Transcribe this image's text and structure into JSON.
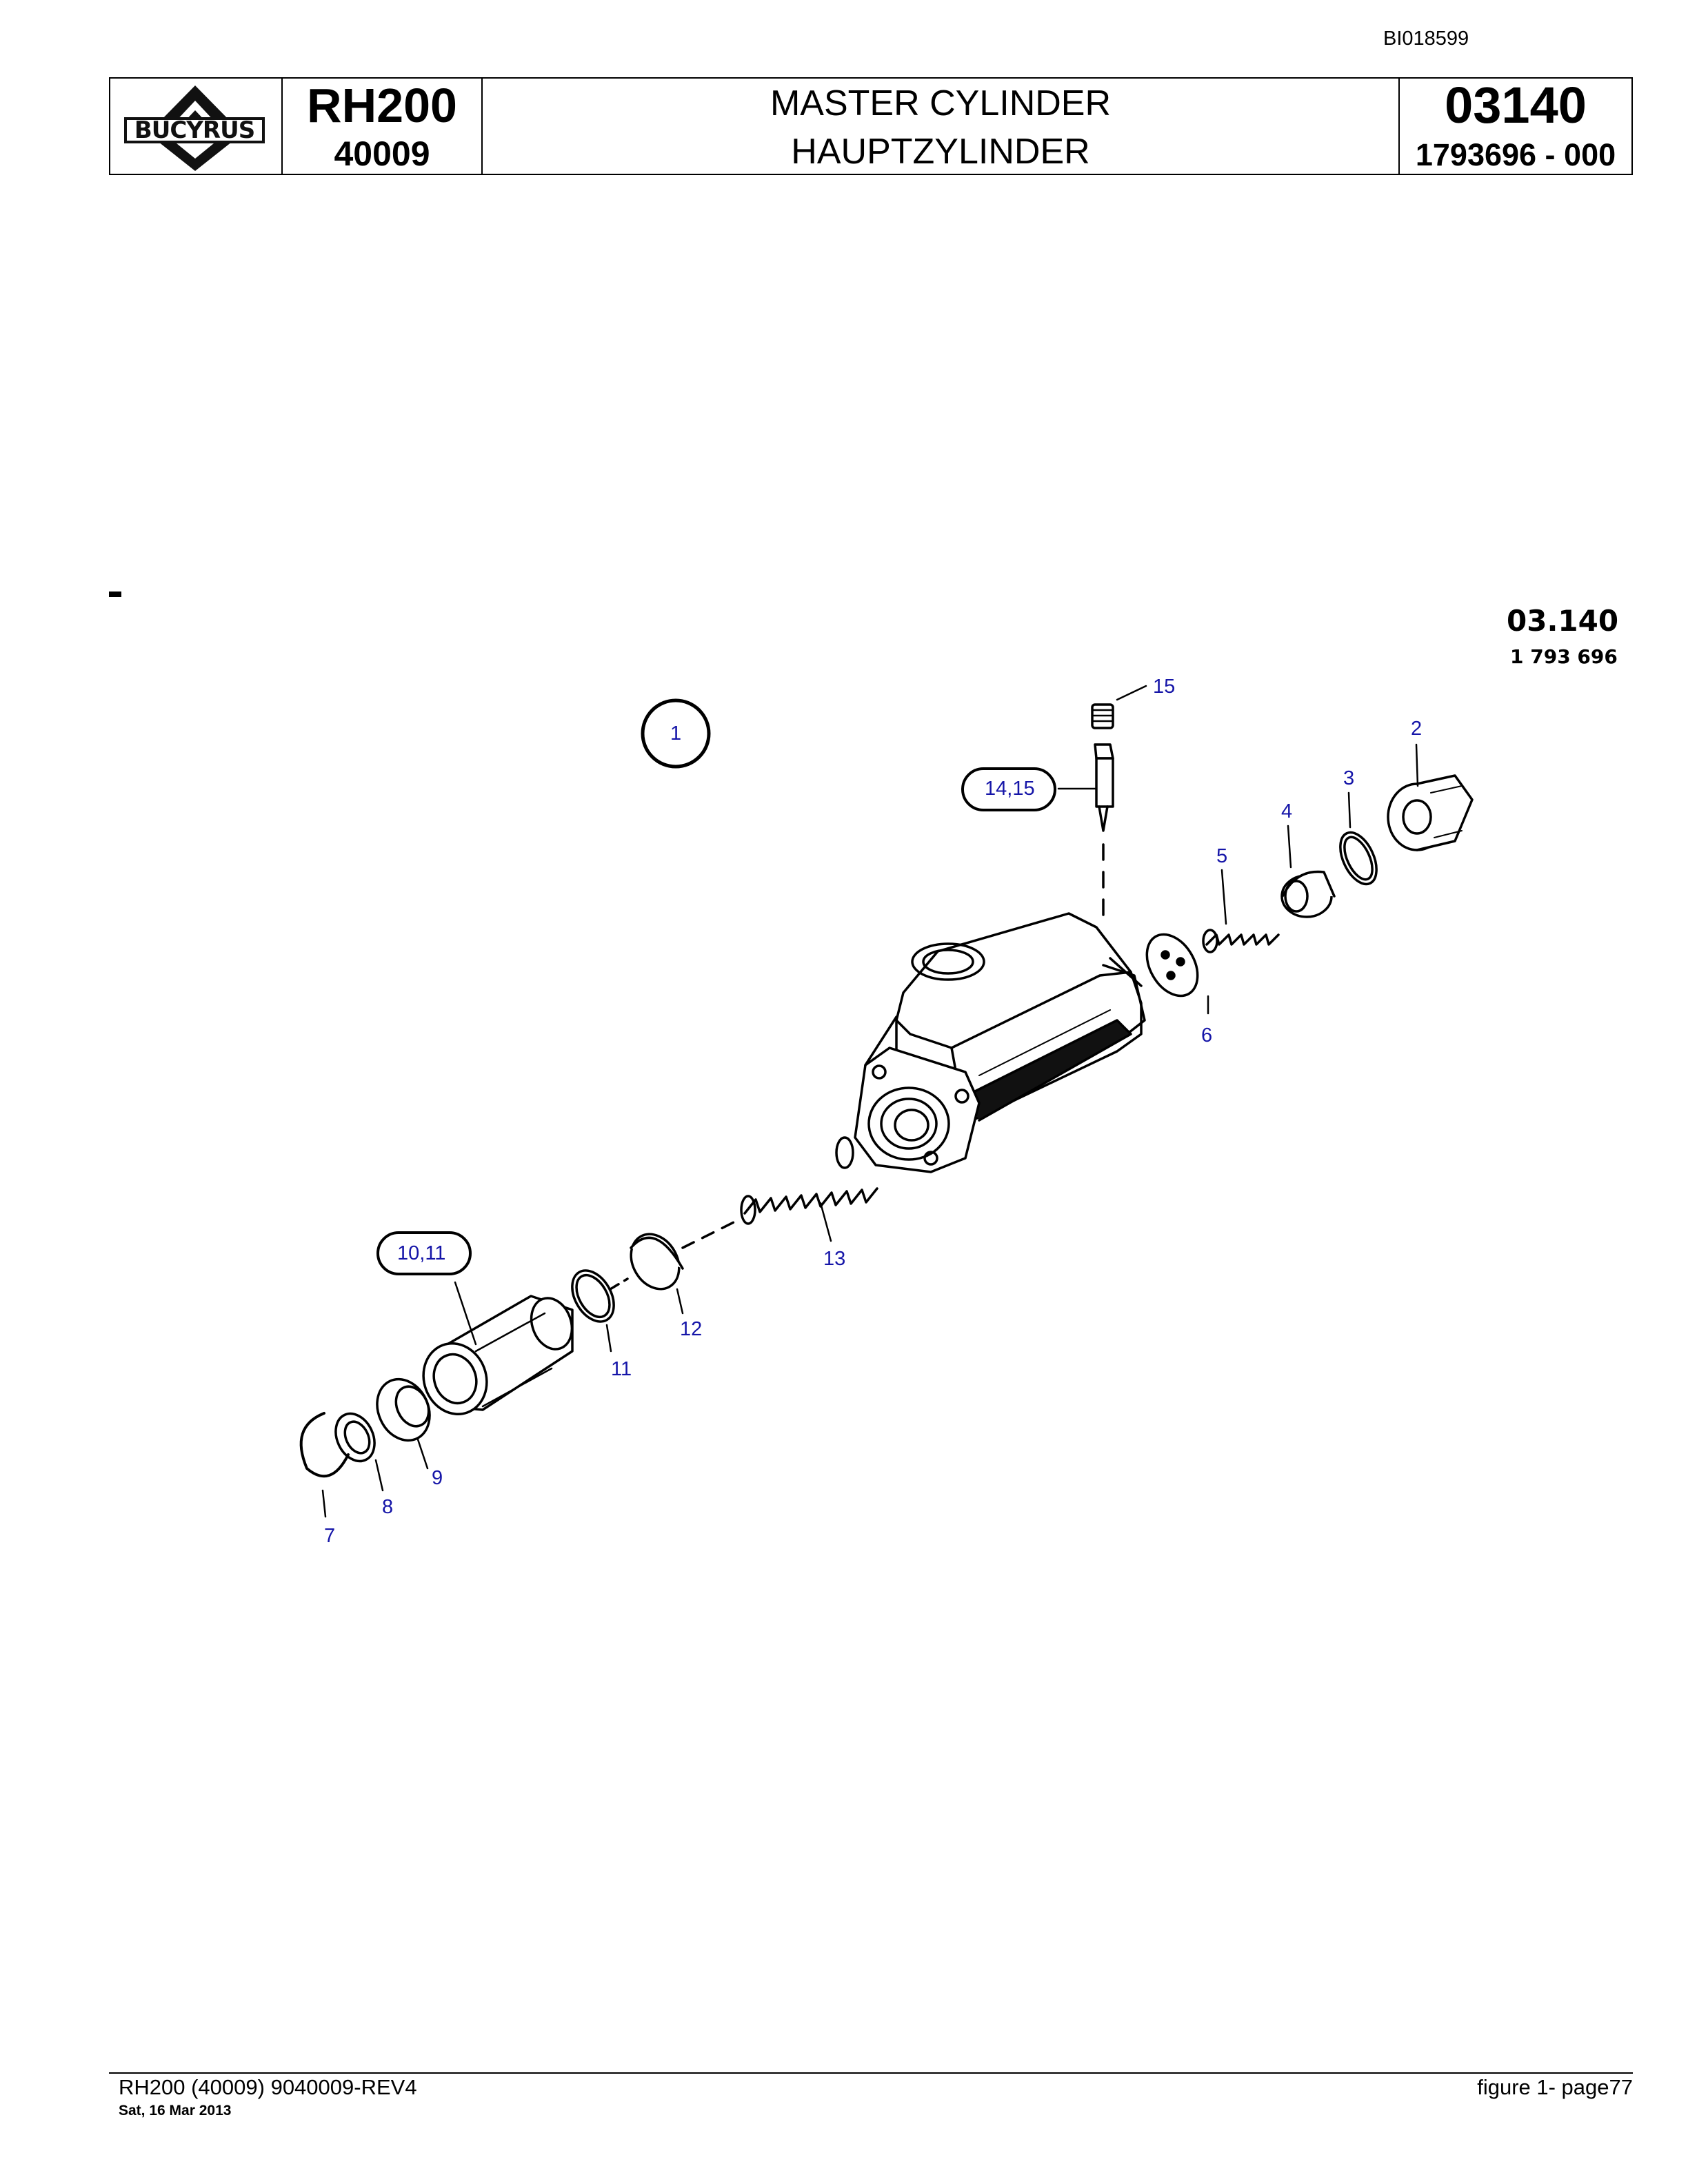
{
  "doc_id": "BI018599",
  "header": {
    "brand": "BUCYRUS",
    "model": "RH200",
    "serial": "40009",
    "title_en": "MASTER CYLINDER",
    "title_de": "HAUPTZYLINDER",
    "group_number": "03140",
    "part_number": "1793696  - 000"
  },
  "figure": {
    "code": "03.140",
    "part": "1 793 696",
    "callouts": {
      "c1": "1",
      "c2": "2",
      "c3": "3",
      "c4": "4",
      "c5": "5",
      "c6": "6",
      "c7": "7",
      "c8": "8",
      "c9": "9",
      "c10_11": "10,11",
      "c11": "11",
      "c12": "12",
      "c13": "13",
      "c14_15": "14,15",
      "c15": "15"
    }
  },
  "footer": {
    "left": "RH200 (40009) 9040009-REV4",
    "date": "Sat, 16 Mar 2013",
    "right": "figure  1- page77"
  },
  "colors": {
    "callout": "#1515a8",
    "line": "#000000"
  }
}
